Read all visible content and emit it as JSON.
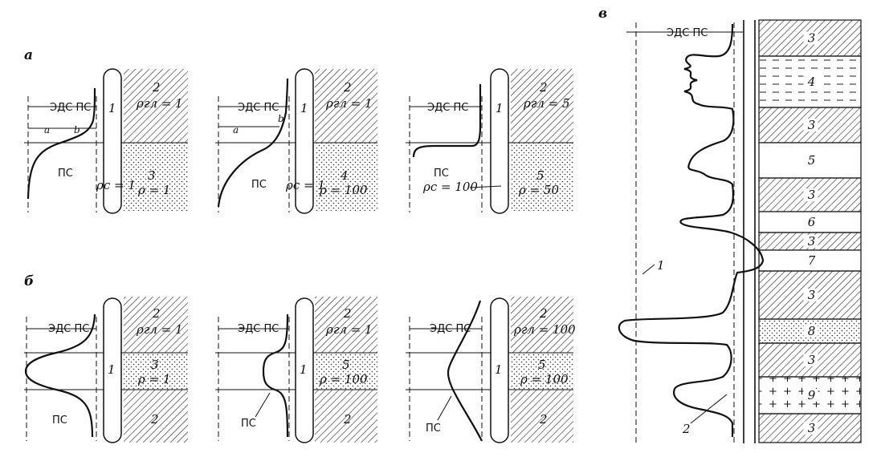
{
  "panels": {
    "a": {
      "letter": "а",
      "emf_label": "ЭДС ПС",
      "sp_label": "ПС",
      "well_label": "1",
      "a_label": "a",
      "b_label": "b",
      "items": [
        {
          "top_num": "2",
          "top_rho": "ρгл = 1",
          "bot_num": "3",
          "bot_rho": "ρ = 1",
          "well_rho": "ρс = 1"
        },
        {
          "top_num": "2",
          "top_rho": "ρгл = 1",
          "bot_num": "4",
          "bot_rho": "ρ = 100",
          "well_rho": "ρс = 1"
        },
        {
          "top_num": "2",
          "top_rho": "ρгл = 5",
          "bot_num": "5",
          "bot_rho": "ρ = 50",
          "well_rho": "ρс = 100"
        }
      ]
    },
    "b": {
      "letter": "б",
      "emf_labels": [
        "ЭДС ПС",
        "ЭДС ПС",
        "ЭДС ПС"
      ],
      "sp_label": "ПС",
      "well_label": "1",
      "items": [
        {
          "top_num": "2",
          "top_rho": "ρгл = 1",
          "mid_num": "3",
          "mid_rho": "ρ = 1",
          "bot_num": "2"
        },
        {
          "top_num": "2",
          "top_rho": "ρгл = 1",
          "mid_num": "5",
          "mid_rho": "ρ = 100",
          "bot_num": "2"
        },
        {
          "top_num": "2",
          "top_rho": "ρгл = 100",
          "mid_num": "5",
          "mid_rho": "ρ = 100",
          "bot_num": "2"
        }
      ]
    },
    "c": {
      "letter": "в",
      "emf_label": "ЭДС ПС",
      "line1_label": "1",
      "line2_label": "2",
      "layers": [
        "3",
        "4",
        "3",
        "5",
        "3",
        "6",
        "3",
        "7",
        "3",
        "8",
        "3",
        "9",
        "3"
      ]
    }
  }
}
